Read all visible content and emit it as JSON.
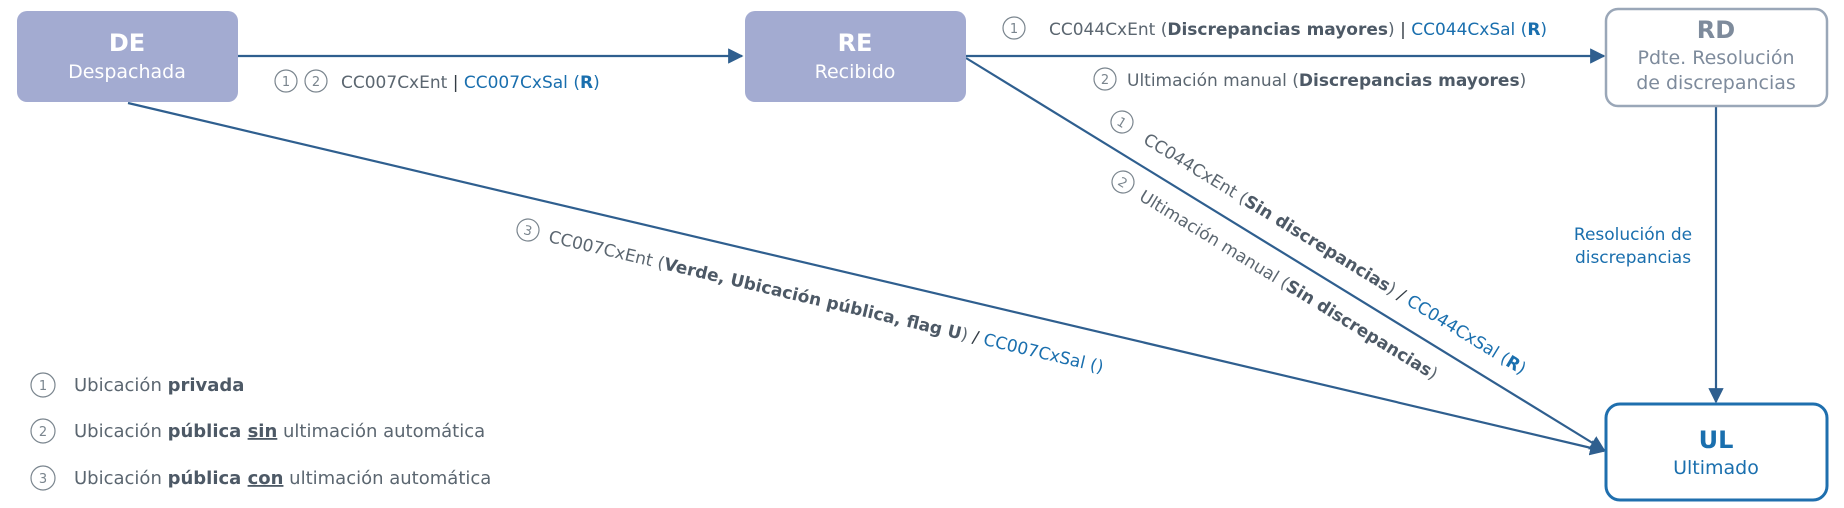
{
  "colors": {
    "state_fill": "#a3abd1",
    "arrow": "#2f5f8f",
    "rd_border": "#9aa7b8",
    "rd_text": "#7e8b9c",
    "ul_border": "#1f6fae",
    "ul_text": "#1a6fae",
    "label_text": "#5b6670",
    "link_blue": "#1a6fae"
  },
  "states": {
    "de": {
      "code": "DE",
      "name": "Despachada"
    },
    "re": {
      "code": "RE",
      "name": "Recibido"
    },
    "rd": {
      "code": "RD",
      "name_line1": "Pdte. Resolución",
      "name_line2": "de discrepancias"
    },
    "ul": {
      "code": "UL",
      "name": "Ultimado"
    }
  },
  "transitions": {
    "de_re": {
      "badges": [
        "1",
        "2"
      ],
      "msg_in": "CC007CxEnt",
      "sep": " | ",
      "msg_out": "CC007CxSal",
      "msg_out_paren_open": " (",
      "msg_out_flag": "R",
      "msg_out_paren_close": ")"
    },
    "re_rd": {
      "line1": {
        "badge": "1",
        "msg_in": "CC044CxEnt",
        "paren_open": " (",
        "condition": "Discrepancias mayores",
        "paren_close": ")",
        "sep": " | ",
        "msg_out": "CC044CxSal",
        "out_open": " (",
        "out_flag": "R",
        "out_close": ")"
      },
      "line2": {
        "badge": "2",
        "action": "Ultimación manual",
        "paren_open": " (",
        "condition": "Discrepancias mayores",
        "paren_close": ")"
      }
    },
    "re_ul": {
      "line1": {
        "badge": "1",
        "msg_in": "CC044CxEnt",
        "paren_open": " (",
        "condition": "Sin discrepancias",
        "paren_close": ")",
        "sep": " / ",
        "msg_out": "CC044CxSal",
        "out_open": " (",
        "out_flag": "R",
        "out_close": ")"
      },
      "line2": {
        "badge": "2",
        "action": "Ultimación manual",
        "paren_open": " (",
        "condition": "Sin discrepancias",
        "paren_close": ")"
      }
    },
    "de_ul": {
      "badge": "3",
      "msg_in": "CC007CxEnt",
      "paren_open": " (",
      "condition": "Verde, Ubicación pública, flag U",
      "paren_close": ")",
      "sep": " / ",
      "msg_out": "CC007CxSal ()"
    },
    "rd_ul": {
      "line1": "Resolución de",
      "line2": "discrepancias"
    }
  },
  "legend": [
    {
      "badge": "1",
      "prefix": "Ubicación ",
      "bold": "privada",
      "underline": "",
      "suffix": ""
    },
    {
      "badge": "2",
      "prefix": "Ubicación ",
      "bold": "pública ",
      "underline": "sin",
      "suffix": " ultimación automática"
    },
    {
      "badge": "3",
      "prefix": "Ubicación ",
      "bold": "pública ",
      "underline": "con",
      "suffix": " ultimación automática"
    }
  ]
}
